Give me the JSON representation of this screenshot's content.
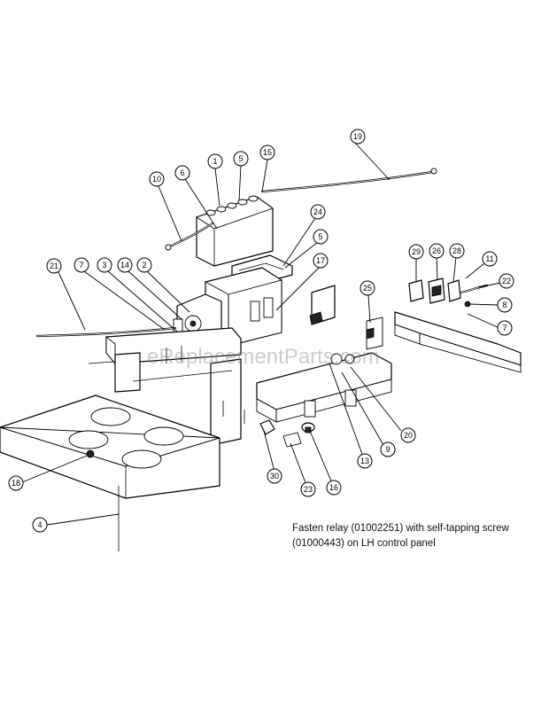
{
  "watermark": "eReplacementParts.com",
  "note": {
    "line1": "Fasten relay (01002251) with self-tapping screw",
    "line2": "(01000443) on LH control panel"
  },
  "callouts": [
    "1",
    "5",
    "15",
    "19",
    "10",
    "6",
    "24",
    "5",
    "17",
    "21",
    "7",
    "3",
    "14",
    "2",
    "29",
    "26",
    "28",
    "11",
    "22",
    "8",
    "7",
    "25",
    "20",
    "9",
    "13",
    "30",
    "23",
    "16",
    "18",
    "4"
  ]
}
